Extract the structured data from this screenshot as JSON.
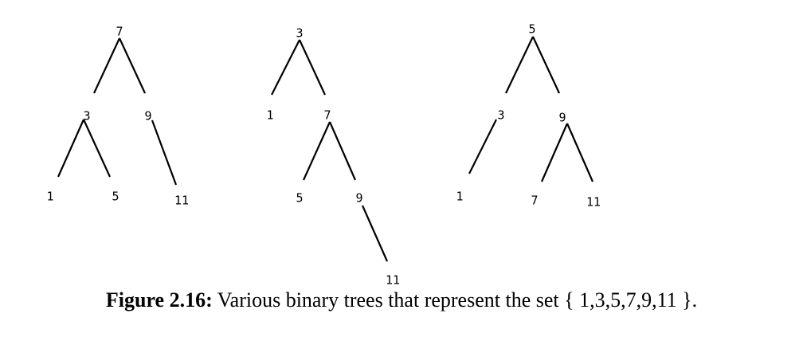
{
  "caption": {
    "label": "Figure 2.16:",
    "text": "Various binary trees that represent the set { 1,3,5,7,9,11 }."
  },
  "trees": [
    {
      "nodes": [
        {
          "id": "n7",
          "label": "7"
        },
        {
          "id": "n3",
          "label": "3"
        },
        {
          "id": "n9",
          "label": "9"
        },
        {
          "id": "n1",
          "label": "1"
        },
        {
          "id": "n5",
          "label": "5"
        },
        {
          "id": "n11",
          "label": "11"
        }
      ],
      "edges": [
        [
          "n7",
          "n3"
        ],
        [
          "n7",
          "n9"
        ],
        [
          "n3",
          "n1"
        ],
        [
          "n3",
          "n5"
        ],
        [
          "n9",
          "n11"
        ]
      ]
    },
    {
      "nodes": [
        {
          "id": "n3",
          "label": "3"
        },
        {
          "id": "n1",
          "label": "1"
        },
        {
          "id": "n7",
          "label": "7"
        },
        {
          "id": "n5",
          "label": "5"
        },
        {
          "id": "n9",
          "label": "9"
        },
        {
          "id": "n11",
          "label": "11"
        }
      ],
      "edges": [
        [
          "n3",
          "n1"
        ],
        [
          "n3",
          "n7"
        ],
        [
          "n7",
          "n5"
        ],
        [
          "n7",
          "n9"
        ],
        [
          "n9",
          "n11"
        ]
      ]
    },
    {
      "nodes": [
        {
          "id": "n5",
          "label": "5"
        },
        {
          "id": "n3",
          "label": "3"
        },
        {
          "id": "n9",
          "label": "9"
        },
        {
          "id": "n1",
          "label": "1"
        },
        {
          "id": "n7",
          "label": "7"
        },
        {
          "id": "n11",
          "label": "11"
        }
      ],
      "edges": [
        [
          "n5",
          "n3"
        ],
        [
          "n5",
          "n9"
        ],
        [
          "n3",
          "n1"
        ],
        [
          "n9",
          "n7"
        ],
        [
          "n9",
          "n11"
        ]
      ]
    }
  ]
}
